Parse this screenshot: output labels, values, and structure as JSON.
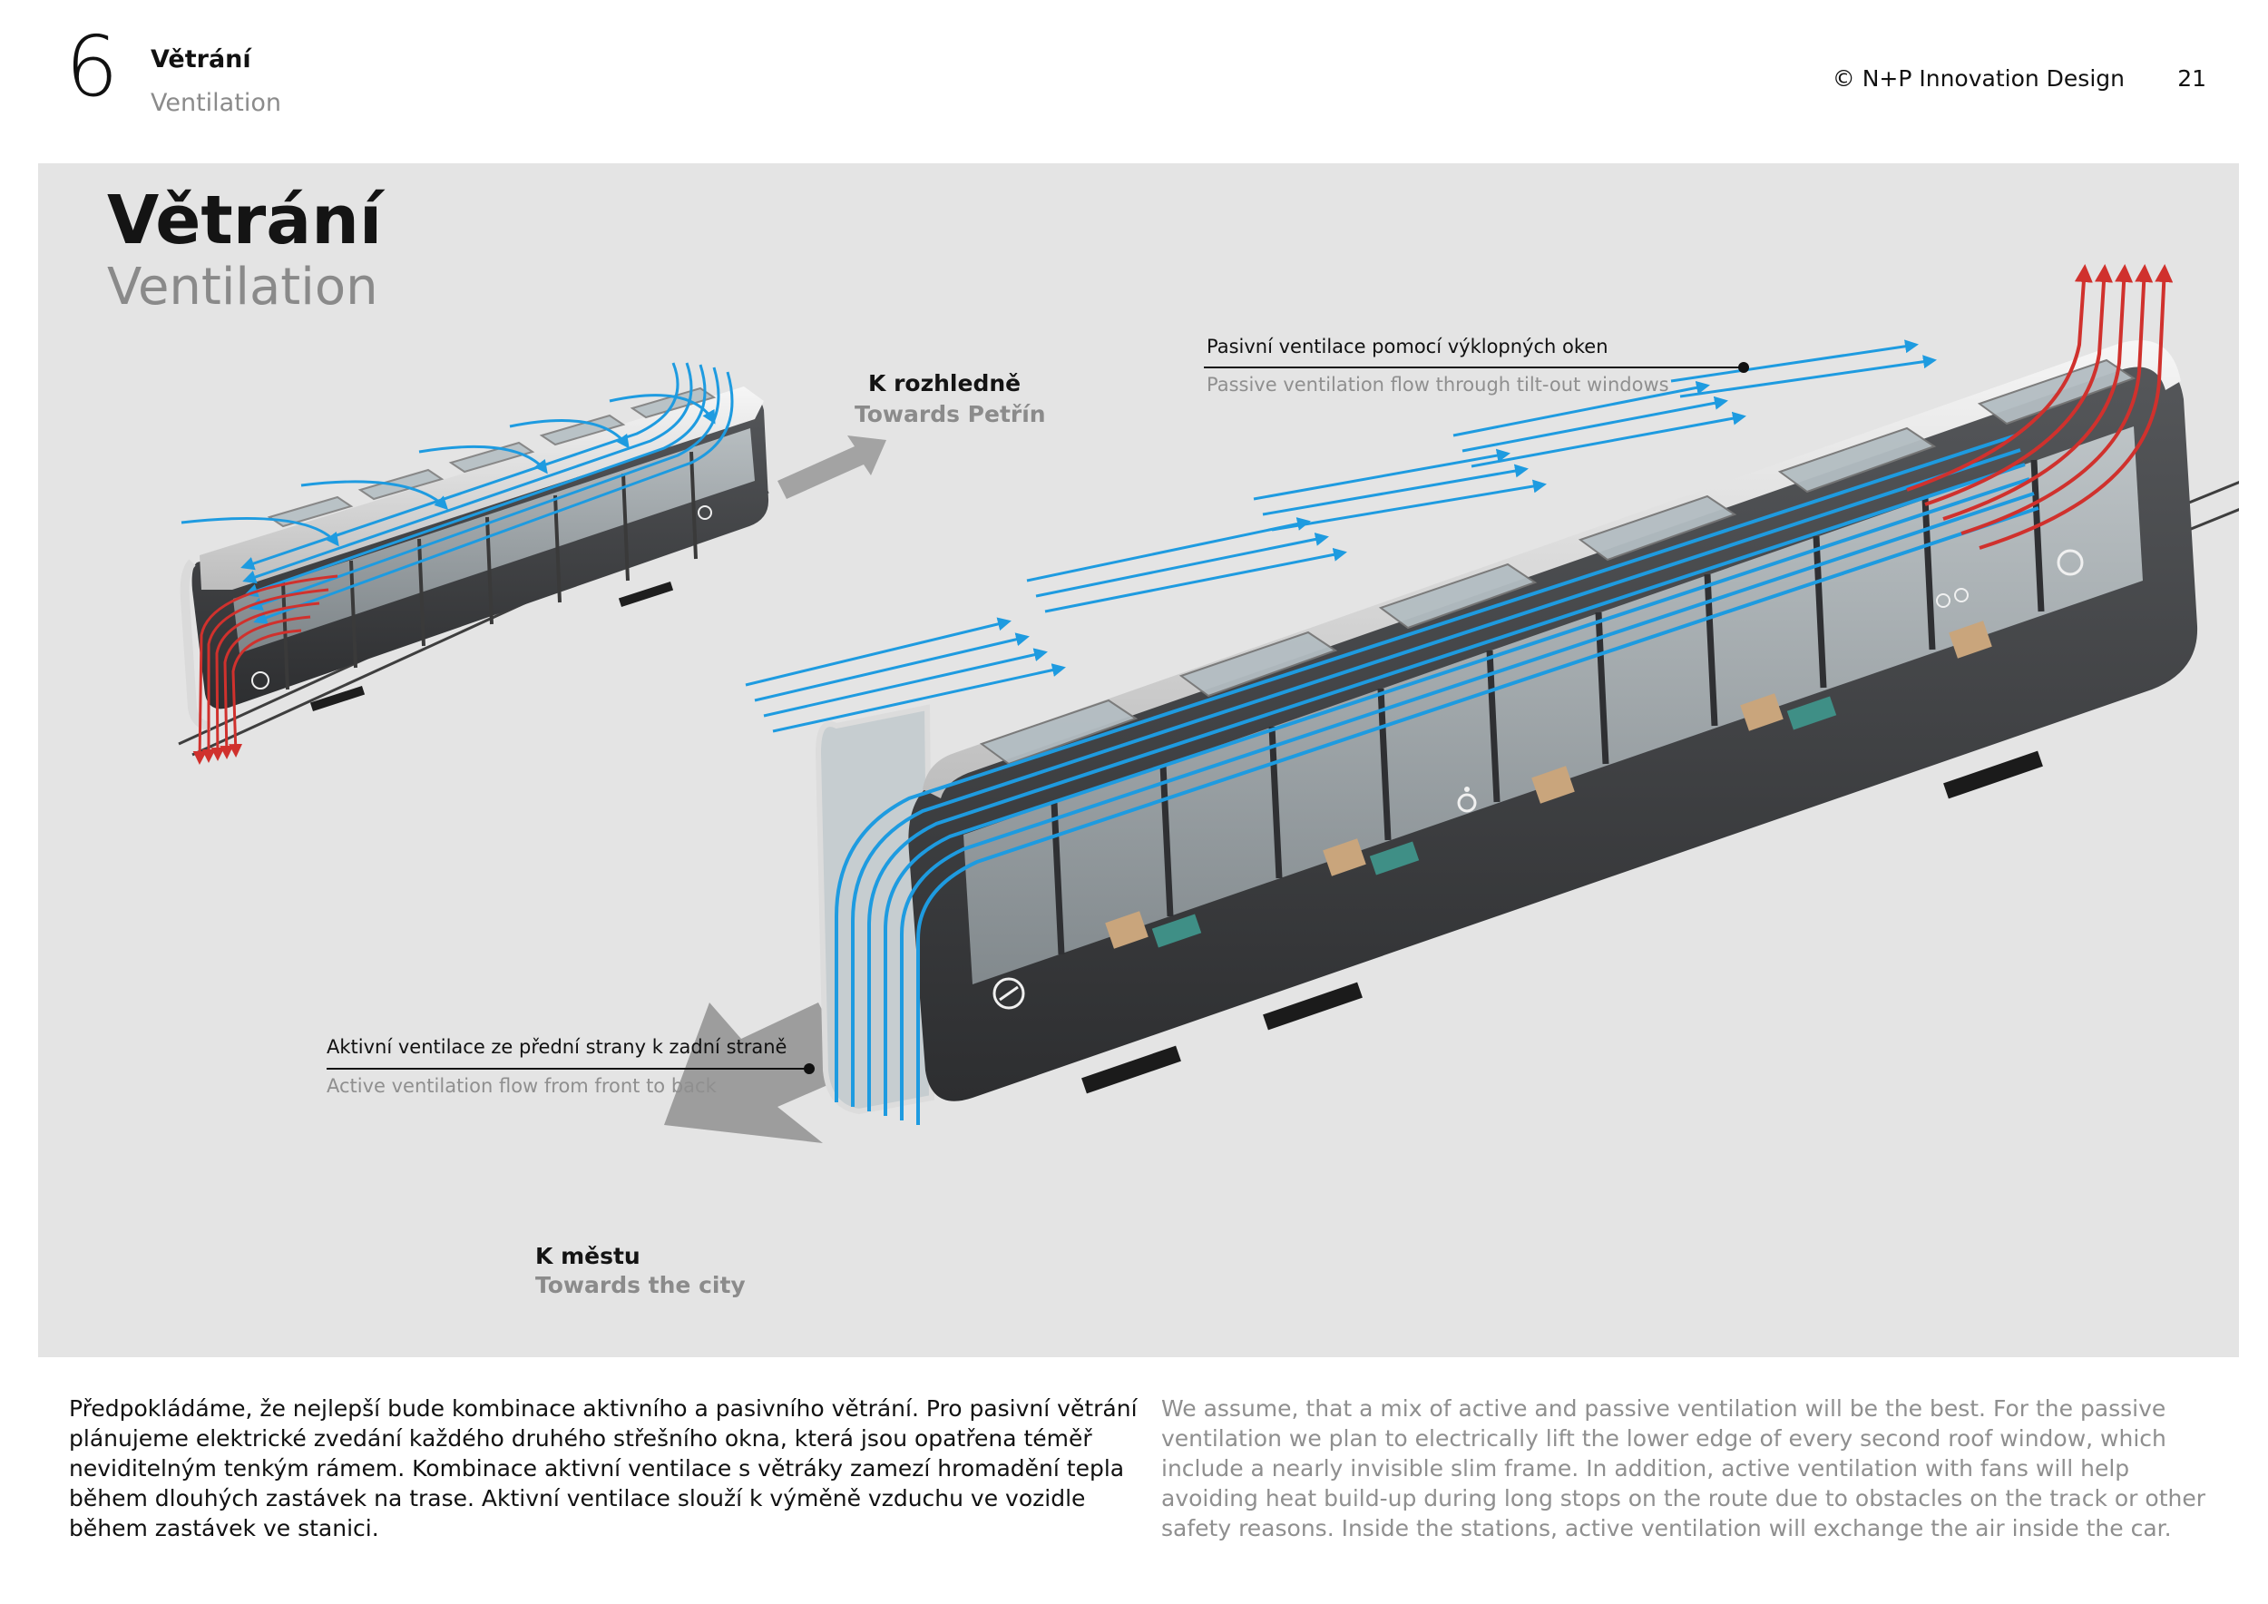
{
  "header": {
    "chapter_number": "6",
    "title_cz": "Větrání",
    "title_en": "Ventilation",
    "copyright": "© N+P Innovation Design",
    "page_number": "21"
  },
  "figure": {
    "title_cz": "Větrání",
    "title_en": "Ventilation",
    "direction_up_cz": "K rozhledně",
    "direction_up_en": "Towards Petřín",
    "direction_down_cz": "K městu",
    "direction_down_en": "Towards the city",
    "passive_label_cz": "Pasivní ventilace pomocí výklopných oken",
    "passive_label_en": "Passive ventilation flow through tilt-out windows",
    "active_label_cz": "Aktivní ventilace ze přední strany k zadní straně",
    "active_label_en": "Active ventilation flow from front to back",
    "colors": {
      "panel_bg": "#e4e4e4",
      "airflow_blue": "#1e9be0",
      "airflow_red": "#d0312d",
      "car_body": "#3a3b3d"
    },
    "icons": [
      "wheelchair-icon",
      "bicycle-icon",
      "logo-icon"
    ]
  },
  "body": {
    "text_cz": "Předpokládáme, že nejlepší bude kombinace aktivního a pasivního větrání. Pro pasivní větrání plánujeme elektrické zvedání každého druhého střešního okna, která jsou opatřena téměř neviditelným tenkým rámem. Kombinace aktivní ventilace s větráky zamezí hromadění tepla během dlouhých zastávek na trase. Aktivní ventilace slouží k výměně vzduchu ve vozidle během zastávek ve stanici.",
    "text_en": "We assume, that a mix of active and passive ventilation will be the best. For the passive ventilation we plan to electrically lift the lower edge of every second roof window, which include a nearly invisible slim frame. In addition, active ventilation with fans will help avoiding heat build-up during long stops on the route due to obstacles on the track or other safety reasons. Inside the stations, active ventilation will exchange the air inside the car."
  }
}
